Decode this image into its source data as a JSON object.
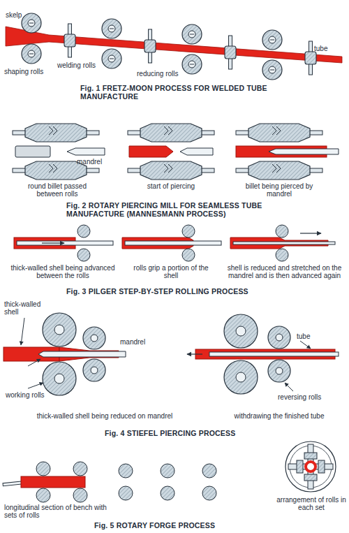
{
  "diagram": {
    "labels": [
      "skelp",
      "tube",
      "shaping rolls",
      "welding rolls",
      "reducing rolls",
      "Fig. 1 FRETZ-MOON PROCESS FOR WELDED TUBE MANUFACTURE",
      "mandrel",
      "round billet passed between rolls",
      "start of piercing",
      "billet being pierced by mandrel",
      "Fig. 2 ROTARY PIERCING MILL FOR SEAMLESS TUBE MANUFACTURE (MANNESMANN PROCESS)",
      "thick-walled shell being advanced between the rolls",
      "rolls grip a portion of the shell",
      "shell is reduced and stretched on the mandrel and is then advanced again",
      "Fig. 3 PILGER STEP-BY-STEP ROLLING PROCESS",
      "thick-walled shell",
      "mandrel",
      "tube",
      "working rolls",
      "reversing rolls",
      "thick-walled shell being reduced on mandrel",
      "withdrawing the finished tube",
      "Fig. 4 STIEFEL PIERCING PROCESS",
      "longitudinal section of bench with sets of rolls",
      "arrangement of rolls in each set",
      "Fig. 5 ROTARY FORGE PROCESS"
    ]
  }
}
